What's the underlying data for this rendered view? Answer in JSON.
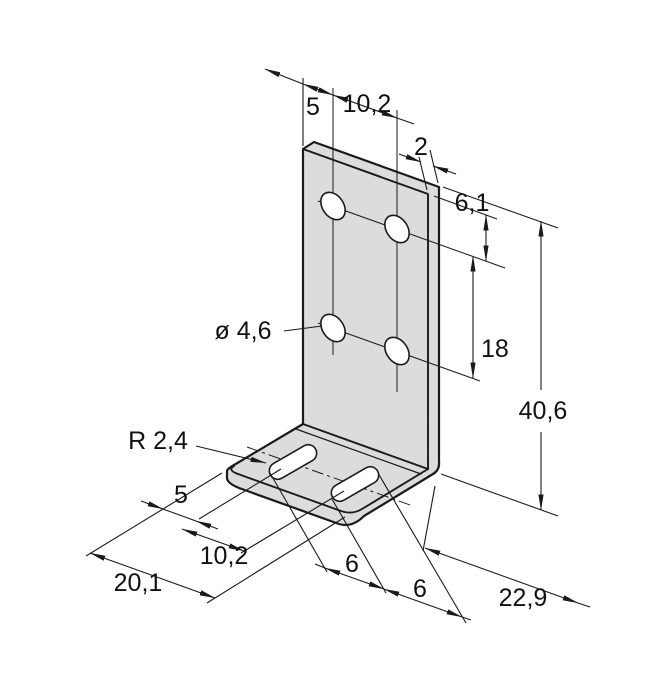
{
  "drawing": {
    "background": "#ffffff",
    "part_fill": "#dcdcdc",
    "line_color": "#1a1a1a",
    "labels": {
      "top_hole_offset": "5",
      "top_hole_spacing": "10,2",
      "plate_thickness": "2",
      "top_edge_to_hole": "6,1",
      "hole_row_spacing": "18",
      "overall_height": "40,6",
      "hole_diameter": "ø 4,6",
      "slot_end_radius": "R 2,4",
      "slot_edge_offset": "5",
      "slot_spacing": "10,2",
      "base_depth": "20,1",
      "slot_inset_a": "6",
      "slot_inset_b": "6",
      "base_width": "22,9"
    }
  }
}
